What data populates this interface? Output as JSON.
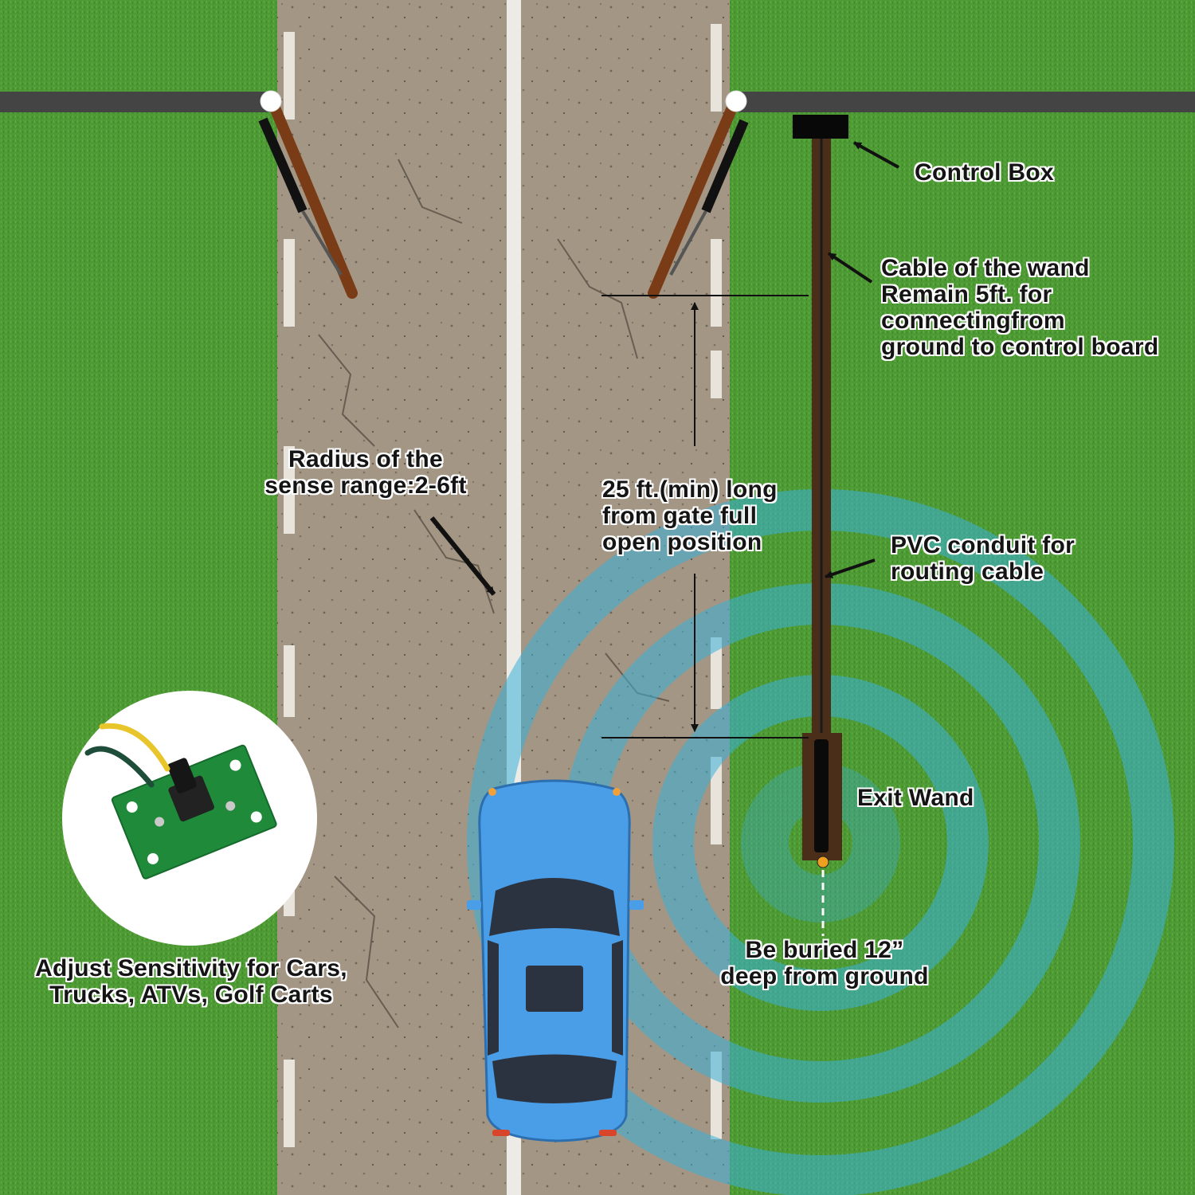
{
  "labels": {
    "control_box": "Control Box",
    "cable": [
      "Cable of the wand",
      "Remain 5ft. for",
      "connectingfrom",
      "ground to control board"
    ],
    "radius": [
      "Radius of the",
      "sense range:2-6ft"
    ],
    "distance": [
      "25 ft.(min) long",
      "from gate full",
      "open position"
    ],
    "pvc": [
      "PVC conduit for",
      "routing cable"
    ],
    "exit_wand": "Exit Wand",
    "buried": [
      "Be buried 12”",
      "deep from ground"
    ],
    "sensitivity": [
      "Adjust Sensitivity for Cars,",
      "Trucks, ATVs, Golf Carts"
    ]
  },
  "colors": {
    "grass": "#4e9a34",
    "asphalt": "#a39684",
    "car": "#4a9ee8",
    "sense_ring": "#3ab0d8",
    "gate_arm": "#7a3c16",
    "fence": "#444444",
    "pcb": "#1f8a3a"
  }
}
